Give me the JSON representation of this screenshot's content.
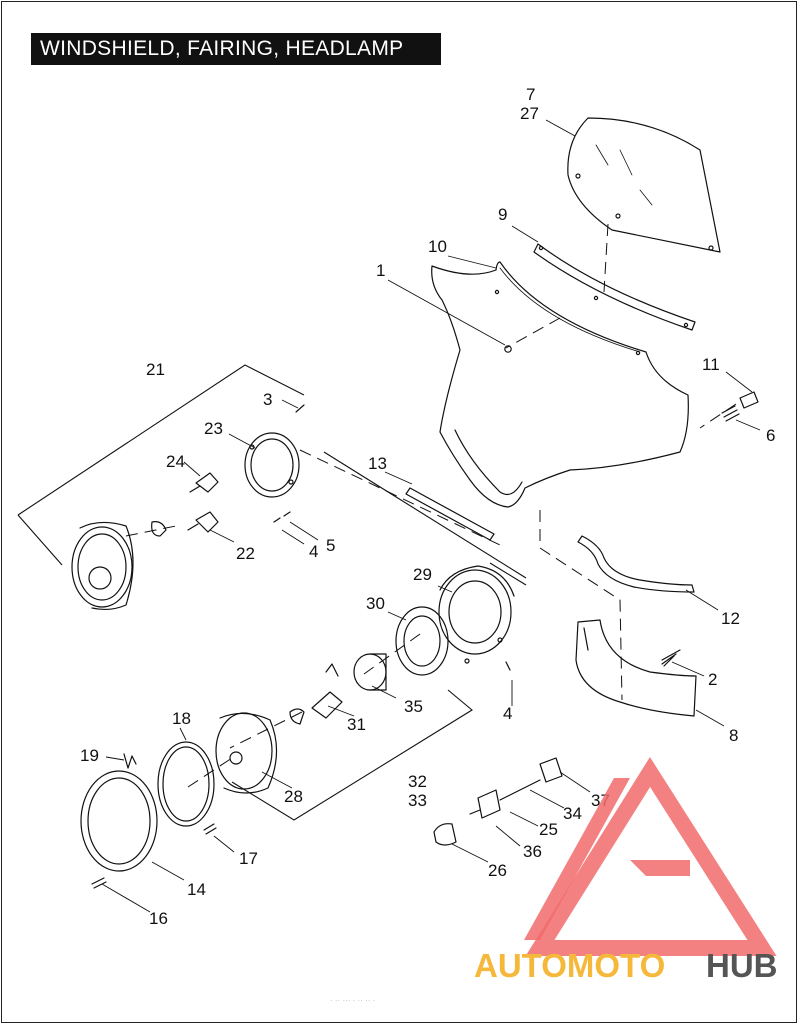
{
  "page": {
    "title": "WINDSHIELD, FAIRING, HEADLAMP",
    "footer": "· ·· ··· · ··  ·· ·"
  },
  "watermark": {
    "brand_part1": "AUTOMOTO",
    "brand_part2": "HUB",
    "color_primary": "#f26b6b",
    "color_accent": "#f5b83a",
    "color_dark": "#555555"
  },
  "callouts": [
    {
      "id": "c1",
      "label": "1"
    },
    {
      "id": "c2",
      "label": "2"
    },
    {
      "id": "c3",
      "label": "3"
    },
    {
      "id": "c4a",
      "label": "4"
    },
    {
      "id": "c4b",
      "label": "4"
    },
    {
      "id": "c5",
      "label": "5"
    },
    {
      "id": "c6",
      "label": "6"
    },
    {
      "id": "c7",
      "label": "7"
    },
    {
      "id": "c8",
      "label": "8"
    },
    {
      "id": "c9",
      "label": "9"
    },
    {
      "id": "c10",
      "label": "10"
    },
    {
      "id": "c11",
      "label": "11"
    },
    {
      "id": "c12",
      "label": "12"
    },
    {
      "id": "c13",
      "label": "13"
    },
    {
      "id": "c14",
      "label": "14"
    },
    {
      "id": "c16",
      "label": "16"
    },
    {
      "id": "c17",
      "label": "17"
    },
    {
      "id": "c18",
      "label": "18"
    },
    {
      "id": "c19",
      "label": "19"
    },
    {
      "id": "c21",
      "label": "21"
    },
    {
      "id": "c22",
      "label": "22"
    },
    {
      "id": "c23",
      "label": "23"
    },
    {
      "id": "c24",
      "label": "24"
    },
    {
      "id": "c25",
      "label": "25"
    },
    {
      "id": "c26",
      "label": "26"
    },
    {
      "id": "c27",
      "label": "27"
    },
    {
      "id": "c28",
      "label": "28"
    },
    {
      "id": "c29",
      "label": "29"
    },
    {
      "id": "c30",
      "label": "30"
    },
    {
      "id": "c31",
      "label": "31"
    },
    {
      "id": "c32",
      "label": "32"
    },
    {
      "id": "c33",
      "label": "33"
    },
    {
      "id": "c34",
      "label": "34"
    },
    {
      "id": "c35",
      "label": "35"
    },
    {
      "id": "c36",
      "label": "36"
    },
    {
      "id": "c37",
      "label": "37"
    }
  ]
}
